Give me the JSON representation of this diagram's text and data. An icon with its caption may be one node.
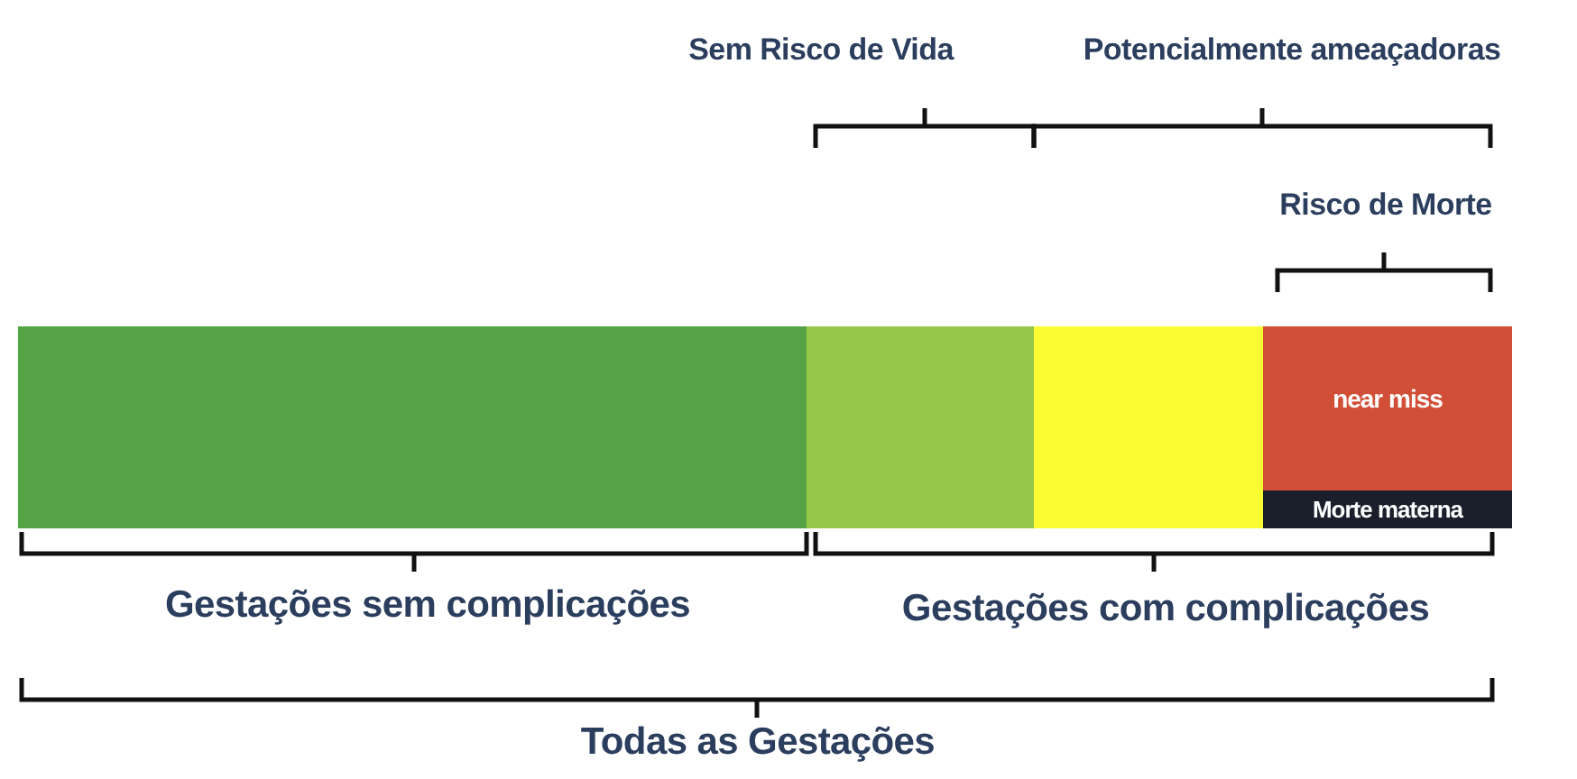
{
  "diagram": {
    "nodes": [
      {
        "text": [],
        "shape": "bar"
      },
      {
        "text": [],
        "shape": "bar"
      },
      {
        "text": [],
        "shape": "bar"
      },
      {
        "text": [
          "near miss"
        ]
      },
      {
        "text": [
          "Morte materna"
        ],
        "in": 3
      }
    ],
    "labels": [
      "Sem Risco de Vida",
      "Potencialmente ameaçadoras",
      "Risco de Morte",
      "Gestações sem complicações",
      "Gestações com complicações",
      "Todas as Gestações"
    ]
  }
}
